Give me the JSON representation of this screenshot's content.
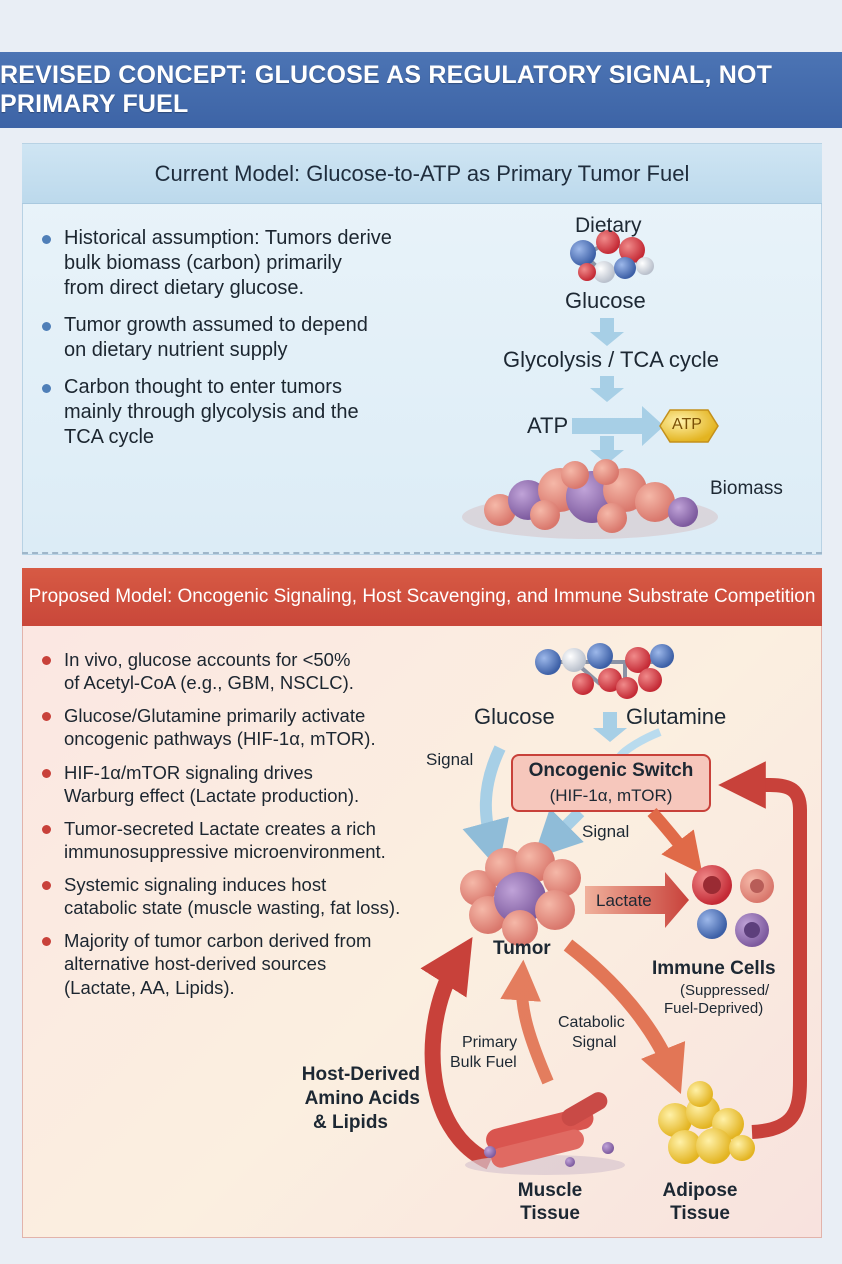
{
  "banner": {
    "title": "REVISED CONCEPT: GLUCOSE AS REGULATORY SIGNAL, NOT PRIMARY FUEL"
  },
  "current_model": {
    "header": "Current Model: Glucose-to-ATP as Primary Tumor Fuel",
    "bullets": [
      [
        "Historical assumption: Tumors derive",
        "bulk biomass (carbon) primarily",
        "from direct dietary glucose."
      ],
      [
        "Tumor growth assumed to depend",
        "on dietary nutrient supply"
      ],
      [
        "Carbon thought to enter tumors",
        "mainly through glycolysis and the",
        "TCA cycle"
      ]
    ],
    "diagram": {
      "dietary": "Dietary",
      "glucose": "Glucose",
      "glycolysis": "Glycolysis / TCA cycle",
      "atp_label": "ATP",
      "atp_badge": "ATP",
      "biomass": "Biomass"
    }
  },
  "proposed_model": {
    "header": "Proposed Model: Oncogenic Signaling, Host Scavenging, and Immune Substrate Competition",
    "bullets": [
      [
        "In vivo, glucose accounts for <50%",
        "of Acetyl-CoA (e.g., GBM, NSCLC)."
      ],
      [
        "Glucose/Glutamine primarily activate",
        "oncogenic pathways (HIF-1α, mTOR)."
      ],
      [
        "HIF-1α/mTOR signaling drives",
        "Warburg effect (Lactate production)."
      ],
      [
        "Tumor-secreted Lactate creates a rich",
        "immunosuppressive microenvironment."
      ],
      [
        "Systemic signaling induces host",
        "catabolic state (muscle wasting, fat loss)."
      ],
      [
        "Majority of tumor carbon derived from",
        "alternative host-derived sources",
        "(Lactate, AA, Lipids)."
      ]
    ],
    "diagram": {
      "glucose": "Glucose",
      "glutamine": "Glutamine",
      "signal_left": "Signal",
      "switch_title": "Oncogenic Switch",
      "switch_sub": "(HIF-1α, mTOR)",
      "signal_mid": "Signal",
      "lactate": "Lactate",
      "tumor": "Tumor",
      "immune_title": "Immune Cells",
      "immune_sub1": "(Suppressed/",
      "immune_sub2": "Fuel-Deprived)",
      "catabolic1": "Catabolic",
      "catabolic2": "Signal",
      "primary1": "Primary",
      "primary2": "Bulk Fuel",
      "host1": "Host-Derived",
      "host2": "Amino Acids",
      "host3": "& Lipids",
      "muscle1": "Muscle",
      "muscle2": "Tissue",
      "adipose1": "Adipose",
      "adipose2": "Tissue"
    }
  },
  "colors": {
    "banner": "#4169ab",
    "top_accent": "#4f7fb8",
    "bottom_accent": "#c8413a",
    "arrow_blue": "#9cc6df",
    "arrow_red": "#c8413a",
    "atp_gold": "#f3c64b"
  }
}
